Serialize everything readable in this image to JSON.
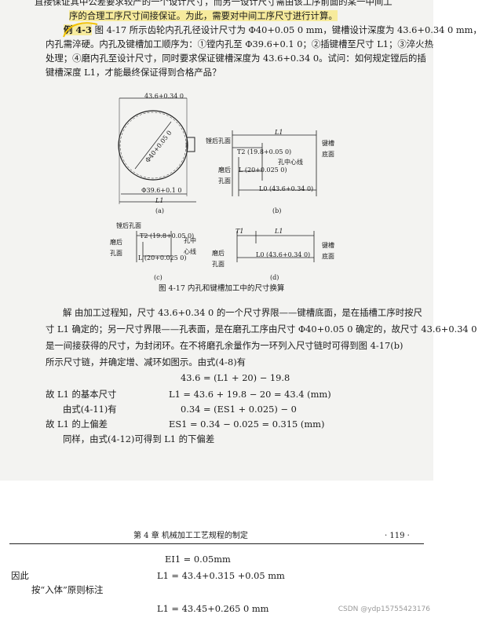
{
  "page1": {
    "line0": "直接保证其中公差要求较严的一个设计尺寸，而另一设计尺寸需由该工序前面的某一中间工",
    "line1": "序的合理工序尺寸间接保证。为此，需要对中间工序尺寸进行计算。",
    "example_label": "例 4-3",
    "line2": "图 4-17 所示齿轮内孔孔径设计尺寸为 Φ40+0.05 0 mm，键槽设计深度为 43.6+0.34 0 mm，",
    "line3": "内孔需淬硬。内孔及键槽加工顺序为：①镗内孔至 Φ39.6+0.1 0；②插键槽至尺寸 L1；③淬火热",
    "line4": "处理；④磨内孔至设计尺寸，同时要求保证键槽深度为 43.6+0.34 0。试问：如何规定镗后的插",
    "line5": "键槽深度 L1，才能最终保证得到合格产品？",
    "fig_a": {
      "top": "43.6+0.34 0",
      "dia": "Φ40+0.05 0",
      "bottom": "Φ39.6+0.1 0",
      "L1": "L1",
      "tag": "(a)"
    },
    "fig_b": {
      "bore": "镗后孔面",
      "L1": "L1",
      "slot": "键槽底面",
      "T2": "T2 (19.8+0.05 0)",
      "center": "孔中心线",
      "grind": "磨后孔面",
      "L": "L (20+0.025 0)",
      "L0": "L0 (43.6+0.34 0)",
      "tag": "(b)"
    },
    "fig_c": {
      "bore": "镗后孔面",
      "grind": "磨后孔面",
      "T2": "T2 (19.8+0.05 0)",
      "center": "孔中心线",
      "L": "L (20+0.025 0)",
      "tag": "(c)"
    },
    "fig_d": {
      "T1": "T1",
      "L1": "L1",
      "grind": "磨后孔面",
      "slot": "键槽底面",
      "L0": "L0 (43.6+0.34 0)",
      "tag": "(d)"
    },
    "caption": "图 4-17   内孔和键槽加工中的尺寸换算",
    "sol0": "解   由加工过程知，尺寸 43.6+0.34 0 的一个尺寸界限——键槽底面，是在插槽工序时按尺",
    "sol1": "寸 L1 确定的；另一尺寸界限——孔表面，是在磨孔工序由尺寸 Φ40+0.05 0 确定的，故尺寸 43.6+0.34 0",
    "sol2": "是一间接获得的尺寸，为封闭环。在不将磨孔余量作为一环列入尺寸链时可得到图 4-17(b)",
    "sol3": "所示尺寸链，并确定增、减环如图示。由式(4-8)有",
    "eq1": "43.6 = (L1 + 20) − 19.8",
    "r1_label": "故 L1 的基本尺寸",
    "r1_eq": "L1 = 43.6 + 19.8 − 20 = 43.4 (mm)",
    "r2_label": "由式(4-11)有",
    "r2_eq": "0.34 = (ES1 + 0.025) − 0",
    "r3_label": "故 L1 的上偏差",
    "r3_eq": "ES1 = 0.34 − 0.025 = 0.315 (mm)",
    "r4": "同样，由式(4-12)可得到 L1 的下偏差"
  },
  "page2": {
    "chapter": "第 4 章   机械加工工艺规程的制定",
    "page_no": "· 119 ·",
    "ei": "EI1 = 0.05mm",
    "so_label": "因此",
    "so_eq": "L1 = 43.4+0.315 +0.05 mm",
    "rule_label": "按“入体”原则标注",
    "final_eq": "L1 = 43.45+0.265 0 mm"
  },
  "watermark": "CSDN @ydp15755423176"
}
